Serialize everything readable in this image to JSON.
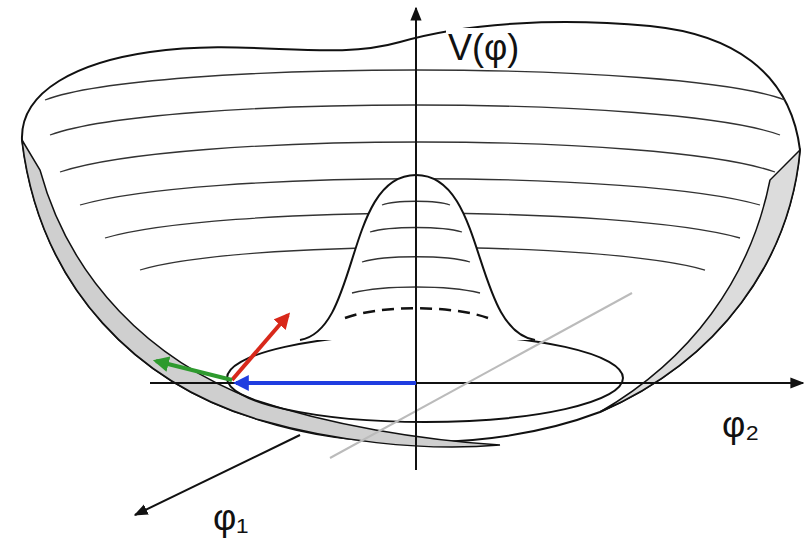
{
  "diagram": {
    "labels": [
      "V(φ)",
      "φ₂",
      "φ₁"
    ]
  }
}
